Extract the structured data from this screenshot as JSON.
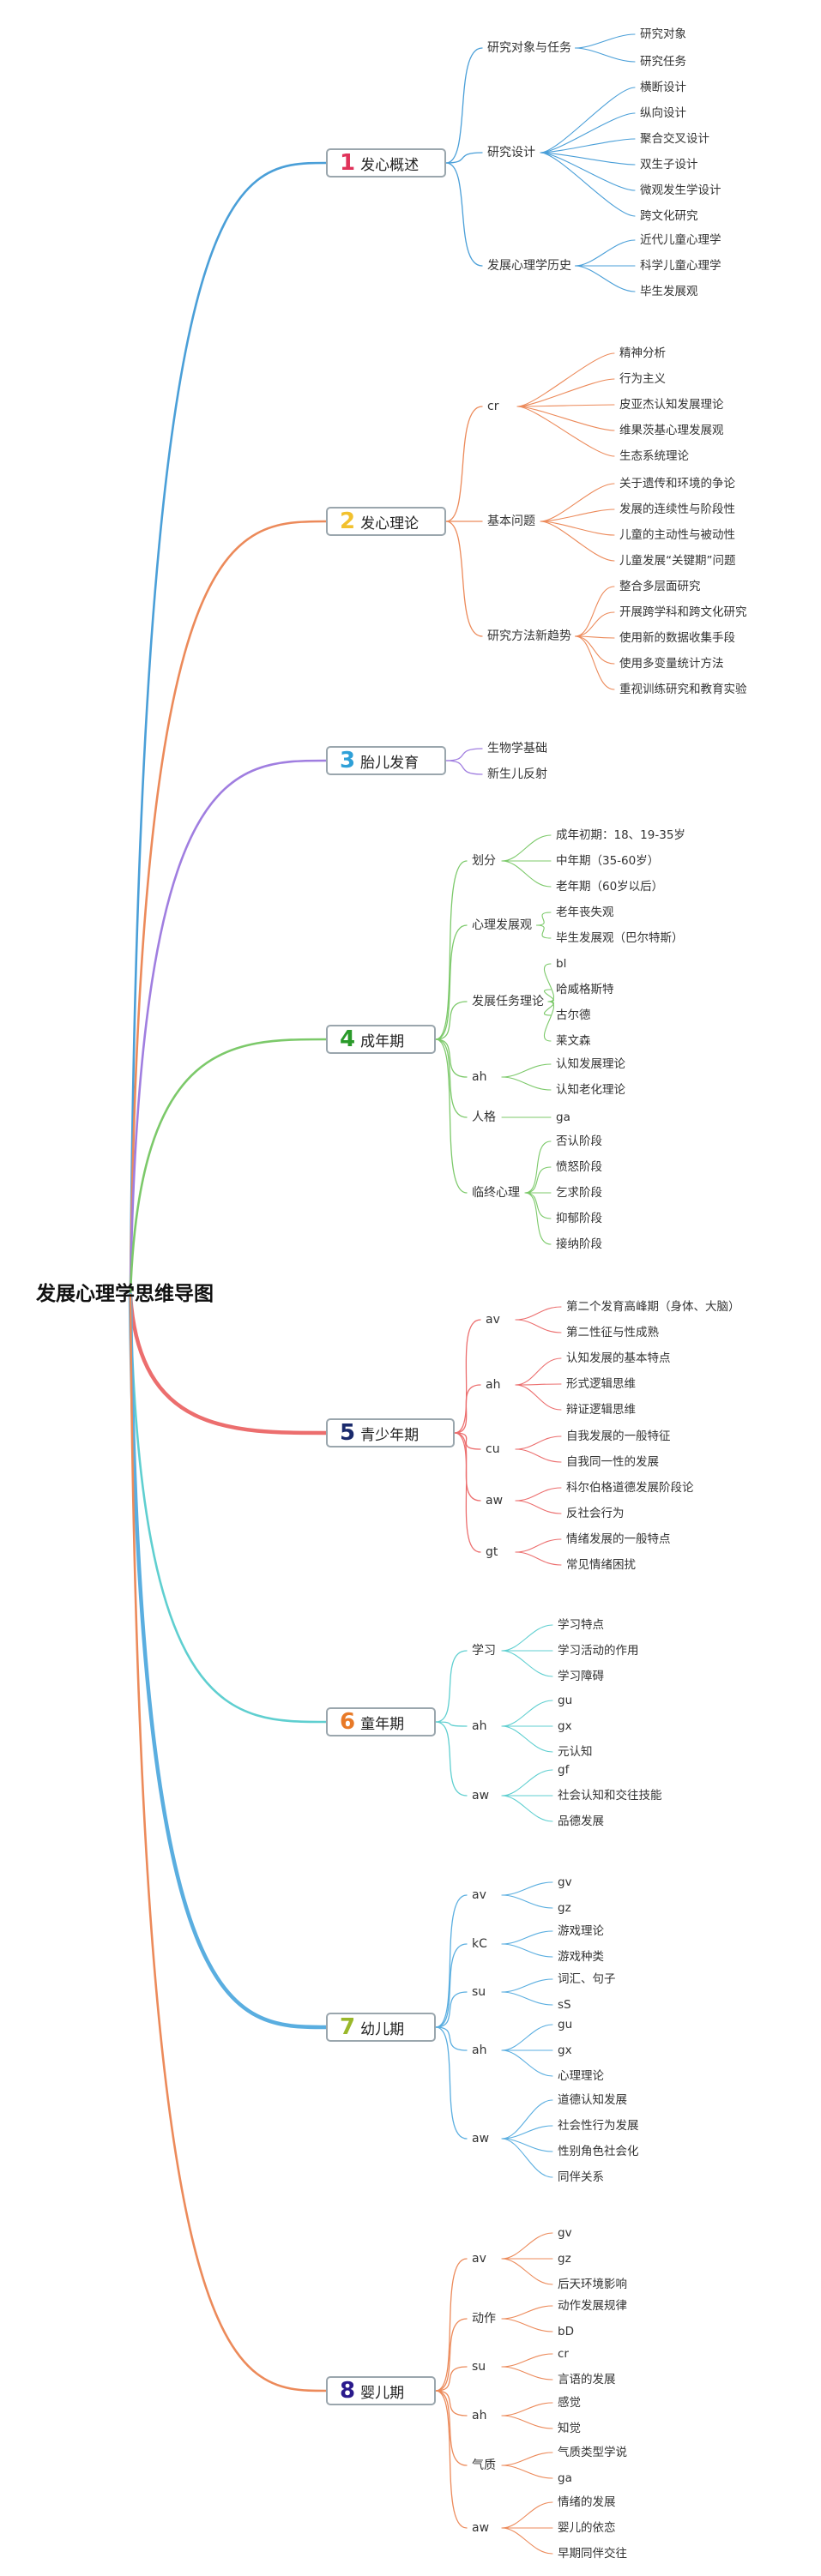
{
  "title": "发展心理学思维导图",
  "branches": [
    {
      "num": "1",
      "label": "发心概述",
      "color": "#4a9fd8",
      "num_color": "#e0335a",
      "children": [
        {
          "label": "研究对象与任务",
          "children": [
            "研究对象",
            "研究任务"
          ]
        },
        {
          "label": "研究设计",
          "children": [
            "横断设计",
            "纵向设计",
            "聚合交叉设计",
            "双生子设计",
            "微观发生学设计",
            "跨文化研究"
          ]
        },
        {
          "label": "发展心理学历史",
          "children": [
            "近代儿童心理学",
            "科学儿童心理学",
            "毕生发展观"
          ]
        }
      ]
    },
    {
      "num": "2",
      "label": "发心理论",
      "color": "#ec8a5a",
      "num_color": "#f2c12e",
      "children": [
        {
          "label": "cr",
          "children": [
            "精神分析",
            "行为主义",
            "皮亚杰认知发展理论",
            "维果茨基心理发展观",
            "生态系统理论"
          ]
        },
        {
          "label": "基本问题",
          "children": [
            "关于遗传和环境的争论",
            "发展的连续性与阶段性",
            "儿童的主动性与被动性",
            "儿童发展“关键期”问题"
          ]
        },
        {
          "label": "研究方法新趋势",
          "children": [
            "整合多层面研究",
            "开展跨学科和跨文化研究",
            "使用新的数据收集手段",
            "使用多变量统计方法",
            "重视训练研究和教育实验"
          ]
        }
      ]
    },
    {
      "num": "3",
      "label": "胎儿发育",
      "color": "#a07ee0",
      "num_color": "#2ea0d8",
      "children": [
        {
          "label": "生物学基础",
          "children": []
        },
        {
          "label": "新生儿反射",
          "children": []
        }
      ]
    },
    {
      "num": "4",
      "label": "成年期",
      "color": "#7cc96a",
      "num_color": "#2a9a2a",
      "children": [
        {
          "label": "划分",
          "children": [
            "成年初期：18、19-35岁",
            "中年期（35-60岁）",
            "老年期（60岁以后）"
          ]
        },
        {
          "label": "心理发展观",
          "children": [
            "老年丧失观",
            "毕生发展观（巴尔特斯）"
          ]
        },
        {
          "label": "发展任务理论",
          "children": [
            "bl",
            "哈威格斯特",
            "古尔德",
            "莱文森"
          ]
        },
        {
          "label": "ah",
          "children": [
            "认知发展理论",
            "认知老化理论"
          ]
        },
        {
          "label": "人格",
          "children": [
            "ga"
          ]
        },
        {
          "label": "临终心理",
          "children": [
            "否认阶段",
            "愤怒阶段",
            "乞求阶段",
            "抑郁阶段",
            "接纳阶段"
          ]
        }
      ]
    },
    {
      "num": "5",
      "label": "青少年期",
      "color": "#ec6e6e",
      "num_color": "#1a2a6c",
      "children": [
        {
          "label": "av",
          "children": [
            "第二个发育高峰期（身体、大脑）",
            "第二性征与性成熟"
          ]
        },
        {
          "label": "ah",
          "children": [
            "认知发展的基本特点",
            "形式逻辑思维",
            "辩证逻辑思维"
          ]
        },
        {
          "label": "cu",
          "children": [
            "自我发展的一般特征",
            "自我同一性的发展"
          ]
        },
        {
          "label": "aw",
          "children": [
            "科尔伯格道德发展阶段论",
            "反社会行为"
          ]
        },
        {
          "label": "gt",
          "children": [
            "情绪发展的一般特点",
            "常见情绪困扰"
          ]
        }
      ]
    },
    {
      "num": "6",
      "label": "童年期",
      "color": "#5fcfd0",
      "num_color": "#e87a28",
      "children": [
        {
          "label": "学习",
          "children": [
            "学习特点",
            "学习活动的作用",
            "学习障碍"
          ]
        },
        {
          "label": "ah",
          "children": [
            "gu",
            "gx",
            "元认知"
          ]
        },
        {
          "label": "aw",
          "children": [
            "gf",
            "社会认知和交往技能",
            "品德发展"
          ]
        }
      ]
    },
    {
      "num": "7",
      "label": "幼儿期",
      "color": "#5aaee0",
      "num_color": "#9ab82a",
      "children": [
        {
          "label": "av",
          "children": [
            "gv",
            "gz"
          ]
        },
        {
          "label": "kC",
          "children": [
            "游戏理论",
            "游戏种类"
          ]
        },
        {
          "label": "su",
          "children": [
            "词汇、句子",
            "sS"
          ]
        },
        {
          "label": "ah",
          "children": [
            "gu",
            "gx",
            "心理理论"
          ]
        },
        {
          "label": "aw",
          "children": [
            "道德认知发展",
            "社会性行为发展",
            "性别角色社会化",
            "同伴关系"
          ]
        }
      ]
    },
    {
      "num": "8",
      "label": "婴儿期",
      "color": "#ec8a5a",
      "num_color": "#2a1a8c",
      "children": [
        {
          "label": "av",
          "children": [
            "gv",
            "gz",
            "后天环境影响"
          ]
        },
        {
          "label": "动作",
          "children": [
            "动作发展规律",
            "bD"
          ]
        },
        {
          "label": "su",
          "children": [
            "cr",
            "言语的发展"
          ]
        },
        {
          "label": "ah",
          "children": [
            "感觉",
            "知觉"
          ]
        },
        {
          "label": "气质",
          "children": [
            "气质类型学说",
            "ga"
          ]
        },
        {
          "label": "aw",
          "children": [
            "情绪的发展",
            "婴儿的依恋",
            "早期同伴交往"
          ]
        }
      ]
    }
  ]
}
